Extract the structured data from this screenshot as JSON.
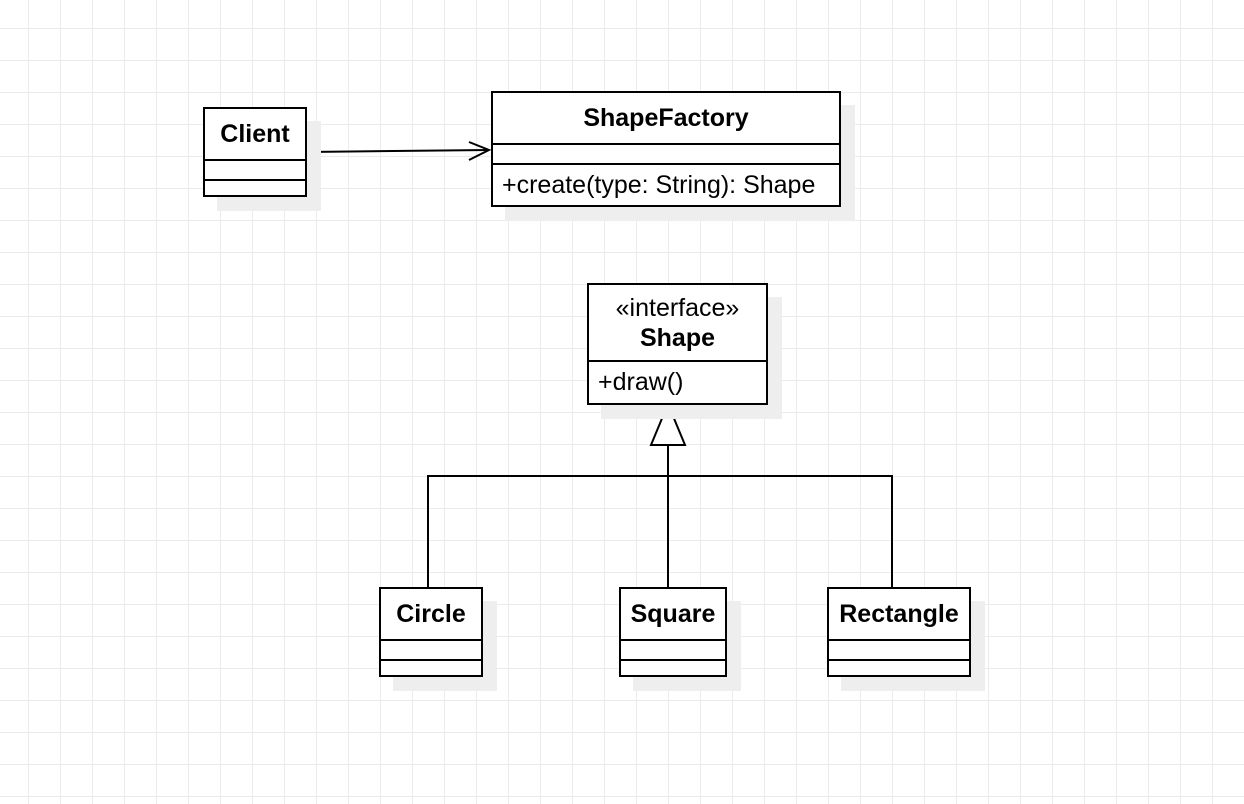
{
  "diagram": {
    "classes": {
      "client": {
        "name": "Client"
      },
      "factory": {
        "name": "ShapeFactory",
        "operation": "+create(type: String): Shape"
      },
      "shape": {
        "stereotype": "«interface»",
        "name": "Shape",
        "operation": "+draw()"
      },
      "circle": {
        "name": "Circle"
      },
      "square": {
        "name": "Square"
      },
      "rectangle": {
        "name": "Rectangle"
      }
    },
    "relations": [
      {
        "type": "dependency",
        "from": "Client",
        "to": "ShapeFactory"
      },
      {
        "type": "realization",
        "from": "Circle",
        "to": "Shape"
      },
      {
        "type": "realization",
        "from": "Square",
        "to": "Shape"
      },
      {
        "type": "realization",
        "from": "Rectangle",
        "to": "Shape"
      }
    ]
  }
}
